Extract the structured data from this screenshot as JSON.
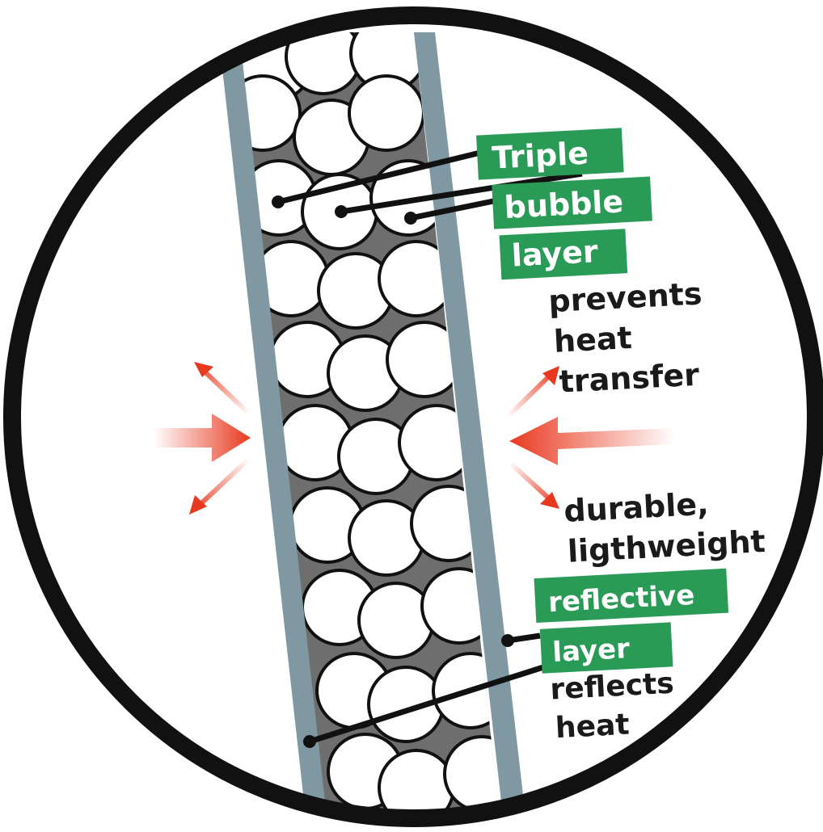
{
  "labels": {
    "triple": "Triple",
    "bubble": "bubble",
    "layer_top": "layer",
    "prevents": "prevents",
    "heat_top": "heat",
    "transfer": "transfer",
    "durable": "durable,",
    "lightweight": "ligthweight",
    "reflective": "reflective",
    "layer_bottom": "layer",
    "reflects": "reflects",
    "heat_bottom": "heat"
  },
  "colors": {
    "label_green": "#2a9a57",
    "foil_gray": "#7f98a1",
    "fill_gray": "#6e6e6e",
    "arrow_red": "#e8391f",
    "outline_black": "#111111"
  }
}
